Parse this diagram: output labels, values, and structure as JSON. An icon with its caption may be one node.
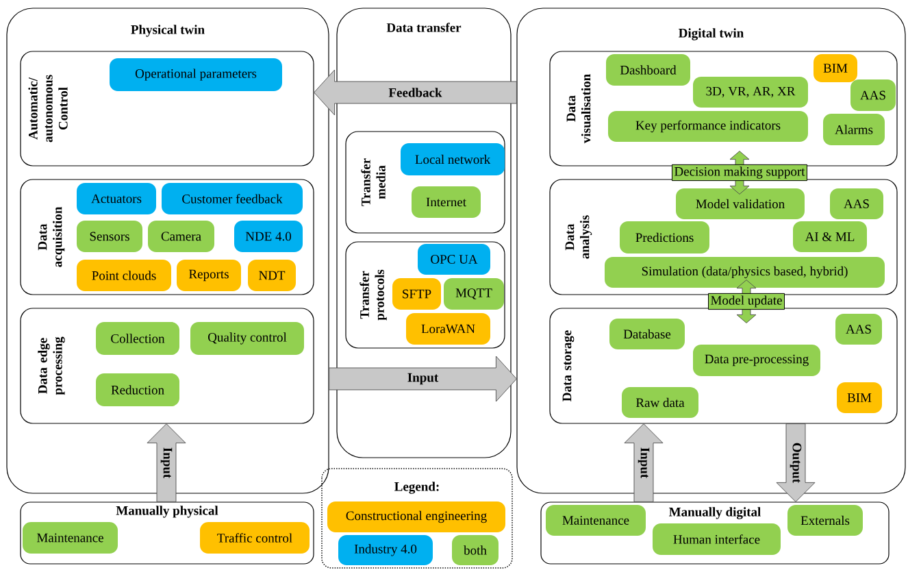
{
  "diagram": {
    "nodes": [
      {
        "text": [
          "Physical twin"
        ]
      },
      {
        "text": [
          "Automatic/ autonomous Control"
        ],
        "in": 0
      },
      {
        "text": [
          "Operational parameters"
        ],
        "in": 1
      },
      {
        "text": [
          "Data acquisition"
        ],
        "in": 0
      },
      {
        "text": [
          "Actuators"
        ],
        "in": 3
      },
      {
        "text": [
          "Customer feedback"
        ],
        "in": 3
      },
      {
        "text": [
          "Sensors"
        ],
        "in": 3
      },
      {
        "text": [
          "Camera"
        ],
        "in": 3
      },
      {
        "text": [
          "NDE 4.0"
        ],
        "in": 3
      },
      {
        "text": [
          "Point clouds"
        ],
        "in": 3
      },
      {
        "text": [
          "Reports"
        ],
        "in": 3
      },
      {
        "text": [
          "NDT"
        ],
        "in": 3
      },
      {
        "text": [
          "Data edge processing"
        ],
        "in": 0
      },
      {
        "text": [
          "Collection"
        ],
        "in": 12
      },
      {
        "text": [
          "Quality control"
        ],
        "in": 12
      },
      {
        "text": [
          "Reduction"
        ],
        "in": 12
      },
      {
        "text": [
          "Data transfer"
        ]
      },
      {
        "text": [
          "Transfer media"
        ],
        "in": 16
      },
      {
        "text": [
          "Local network"
        ],
        "in": 17
      },
      {
        "text": [
          "Internet"
        ],
        "in": 17
      },
      {
        "text": [
          "Transfer protocols"
        ],
        "in": 16
      },
      {
        "text": [
          "OPC UA"
        ],
        "in": 20
      },
      {
        "text": [
          "SFTP"
        ],
        "in": 20
      },
      {
        "text": [
          "MQTT"
        ],
        "in": 20
      },
      {
        "text": [
          "LoraWAN"
        ],
        "in": 20
      },
      {
        "text": [
          "Digital twin"
        ]
      },
      {
        "text": [
          "Data visualisation"
        ],
        "in": 25
      },
      {
        "text": [
          "Dashboard"
        ],
        "in": 26
      },
      {
        "text": [
          "BIM"
        ],
        "in": 26
      },
      {
        "text": [
          "3D, VR, AR, XR"
        ],
        "in": 26
      },
      {
        "text": [
          "AAS"
        ],
        "in": 26
      },
      {
        "text": [
          "Key performance indicators"
        ],
        "in": 26
      },
      {
        "text": [
          "Alarms"
        ],
        "in": 26
      },
      {
        "text": [
          "Data analysis"
        ],
        "in": 25
      },
      {
        "text": [
          "Model validation"
        ],
        "in": 33
      },
      {
        "text": [
          "AAS"
        ],
        "in": 33
      },
      {
        "text": [
          "Predictions"
        ],
        "in": 33
      },
      {
        "text": [
          "AI & ML"
        ],
        "in": 33
      },
      {
        "text": [
          "Simulation (data/physics based, hybrid)"
        ],
        "in": 33
      },
      {
        "text": [
          "Data storage"
        ],
        "in": 25
      },
      {
        "text": [
          "Database"
        ],
        "in": 39
      },
      {
        "text": [
          "AAS"
        ],
        "in": 39
      },
      {
        "text": [
          "Data pre-processing"
        ],
        "in": 39
      },
      {
        "text": [
          "Raw data"
        ],
        "in": 39
      },
      {
        "text": [
          "BIM"
        ],
        "in": 39
      },
      {
        "text": [
          "Manually physical"
        ]
      },
      {
        "text": [
          "Maintenance"
        ],
        "in": 45
      },
      {
        "text": [
          "Traffic control"
        ],
        "in": 45
      },
      {
        "text": [
          "Manually digital"
        ]
      },
      {
        "text": [
          "Maintenance"
        ],
        "in": 48
      },
      {
        "text": [
          "Human interface"
        ],
        "in": 48
      },
      {
        "text": [
          "Externals"
        ],
        "in": 48
      }
    ],
    "edges": [
      {
        "from": 25,
        "to": 1,
        "arrow": "to",
        "label": "Feedback"
      },
      {
        "from": 0,
        "to": 25,
        "arrow": "to",
        "label": "Input"
      },
      {
        "from": 45,
        "to": 12,
        "arrow": "to",
        "label": "Input"
      },
      {
        "from": 26,
        "to": 33,
        "arrow": "both",
        "label": "Decision making support",
        "color": "#92d050"
      },
      {
        "from": 33,
        "to": 39,
        "arrow": "both",
        "label": "Model update",
        "color": "#92d050"
      },
      {
        "from": 48,
        "to": 39,
        "arrow": "to",
        "label": "Input"
      },
      {
        "from": 39,
        "to": 48,
        "arrow": "to",
        "label": "Output"
      }
    ],
    "labels": [
      "Legend:"
    ],
    "legend": [
      {
        "text": "Constructional engineering",
        "color": "#ffc000"
      },
      {
        "text": "Industry 4.0",
        "color": "#00b0f0"
      },
      {
        "text": "both",
        "color": "#92d050"
      }
    ]
  }
}
